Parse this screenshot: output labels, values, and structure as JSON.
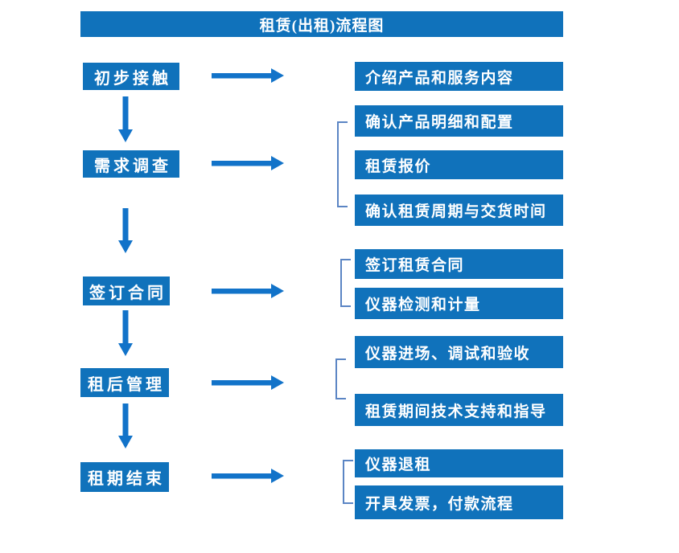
{
  "title": "租赁(出租)流程图",
  "colors": {
    "box_blue": "#1072BB",
    "arrow_blue": "#1273C9",
    "bracket_blue": "#5B85C4",
    "background": "#FFFFFF",
    "text": "#FFFFFF"
  },
  "stages": [
    {
      "label": "初步接触",
      "outputs": [
        "介绍产品和服务内容"
      ]
    },
    {
      "label": "需求调查",
      "outputs": [
        "确认产品明细和配置",
        "租赁报价",
        "确认租赁周期与交货时间"
      ]
    },
    {
      "label": "签订合同",
      "outputs": [
        "签订租赁合同",
        "仪器检测和计量"
      ]
    },
    {
      "label": "租后管理",
      "outputs": [
        "仪器进场、调试和验收",
        "租赁期间技术支持和指导"
      ]
    },
    {
      "label": "租期结束",
      "outputs": [
        "仪器退租",
        "开具发票，付款流程"
      ]
    }
  ]
}
